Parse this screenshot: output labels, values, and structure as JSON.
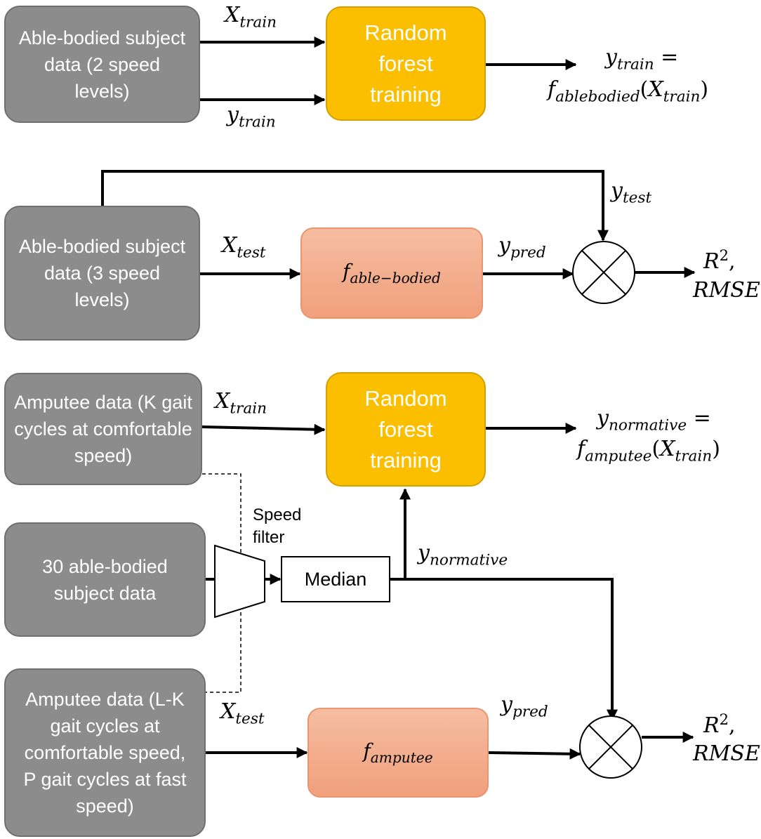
{
  "row1": {
    "input_box": "Able-bodied subject data (2 speed levels)",
    "x_label": {
      "var": "X",
      "sub": "train"
    },
    "y_label": {
      "var": "y",
      "sub": "train"
    },
    "model_box": "Random forest training",
    "output_line1": {
      "var": "y",
      "sub": "train",
      "eq": " ="
    },
    "output_line2": {
      "fn": "f",
      "sub": "ablebodied",
      "arg": "X",
      "argsub": "train"
    }
  },
  "row2": {
    "input_box": "Able-bodied subject data (3 speed levels)",
    "x_label": {
      "var": "X",
      "sub": "test"
    },
    "model_box": {
      "fn": "f",
      "sub": "able−bodied"
    },
    "pred_label": {
      "var": "y",
      "sub": "pred"
    },
    "test_label": {
      "var": "y",
      "sub": "test"
    },
    "metric_line1": "R",
    "metric_sup": "2",
    "metric_line2": "RMSE"
  },
  "row3": {
    "amputee_box": "Amputee data (K gait cycles  at comfortable speed)",
    "x_label": {
      "var": "X",
      "sub": "train"
    },
    "model_box": "Random forest training",
    "output_line1": {
      "var": "y",
      "sub": "normative",
      "eq": " ="
    },
    "output_line2": {
      "fn": "f",
      "sub": "amputee",
      "arg": "X",
      "argsub": "train"
    },
    "normative_box": "30 able-bodied subject data",
    "speed_filter": "Speed filter",
    "median_box": "Median",
    "normative_label": {
      "var": "y",
      "sub": "normative"
    }
  },
  "row4": {
    "amputee_box": "Amputee data (L-K gait cycles at comfortable speed, P gait cycles at fast speed)",
    "x_label": {
      "var": "X",
      "sub": "test"
    },
    "model_box": {
      "fn": "f",
      "sub": "amputee"
    },
    "pred_label": {
      "var": "y",
      "sub": "pred"
    },
    "metric_line1": "R",
    "metric_sup": "2",
    "metric_line2": "RMSE"
  },
  "colors": {
    "grey_box": "#8c8c8c",
    "gold_box": "#fbbf00",
    "salmon_box": "#f3ab89"
  },
  "icons": [
    "multiply-comparator-icon",
    "speed-filter-trapezoid-icon"
  ]
}
